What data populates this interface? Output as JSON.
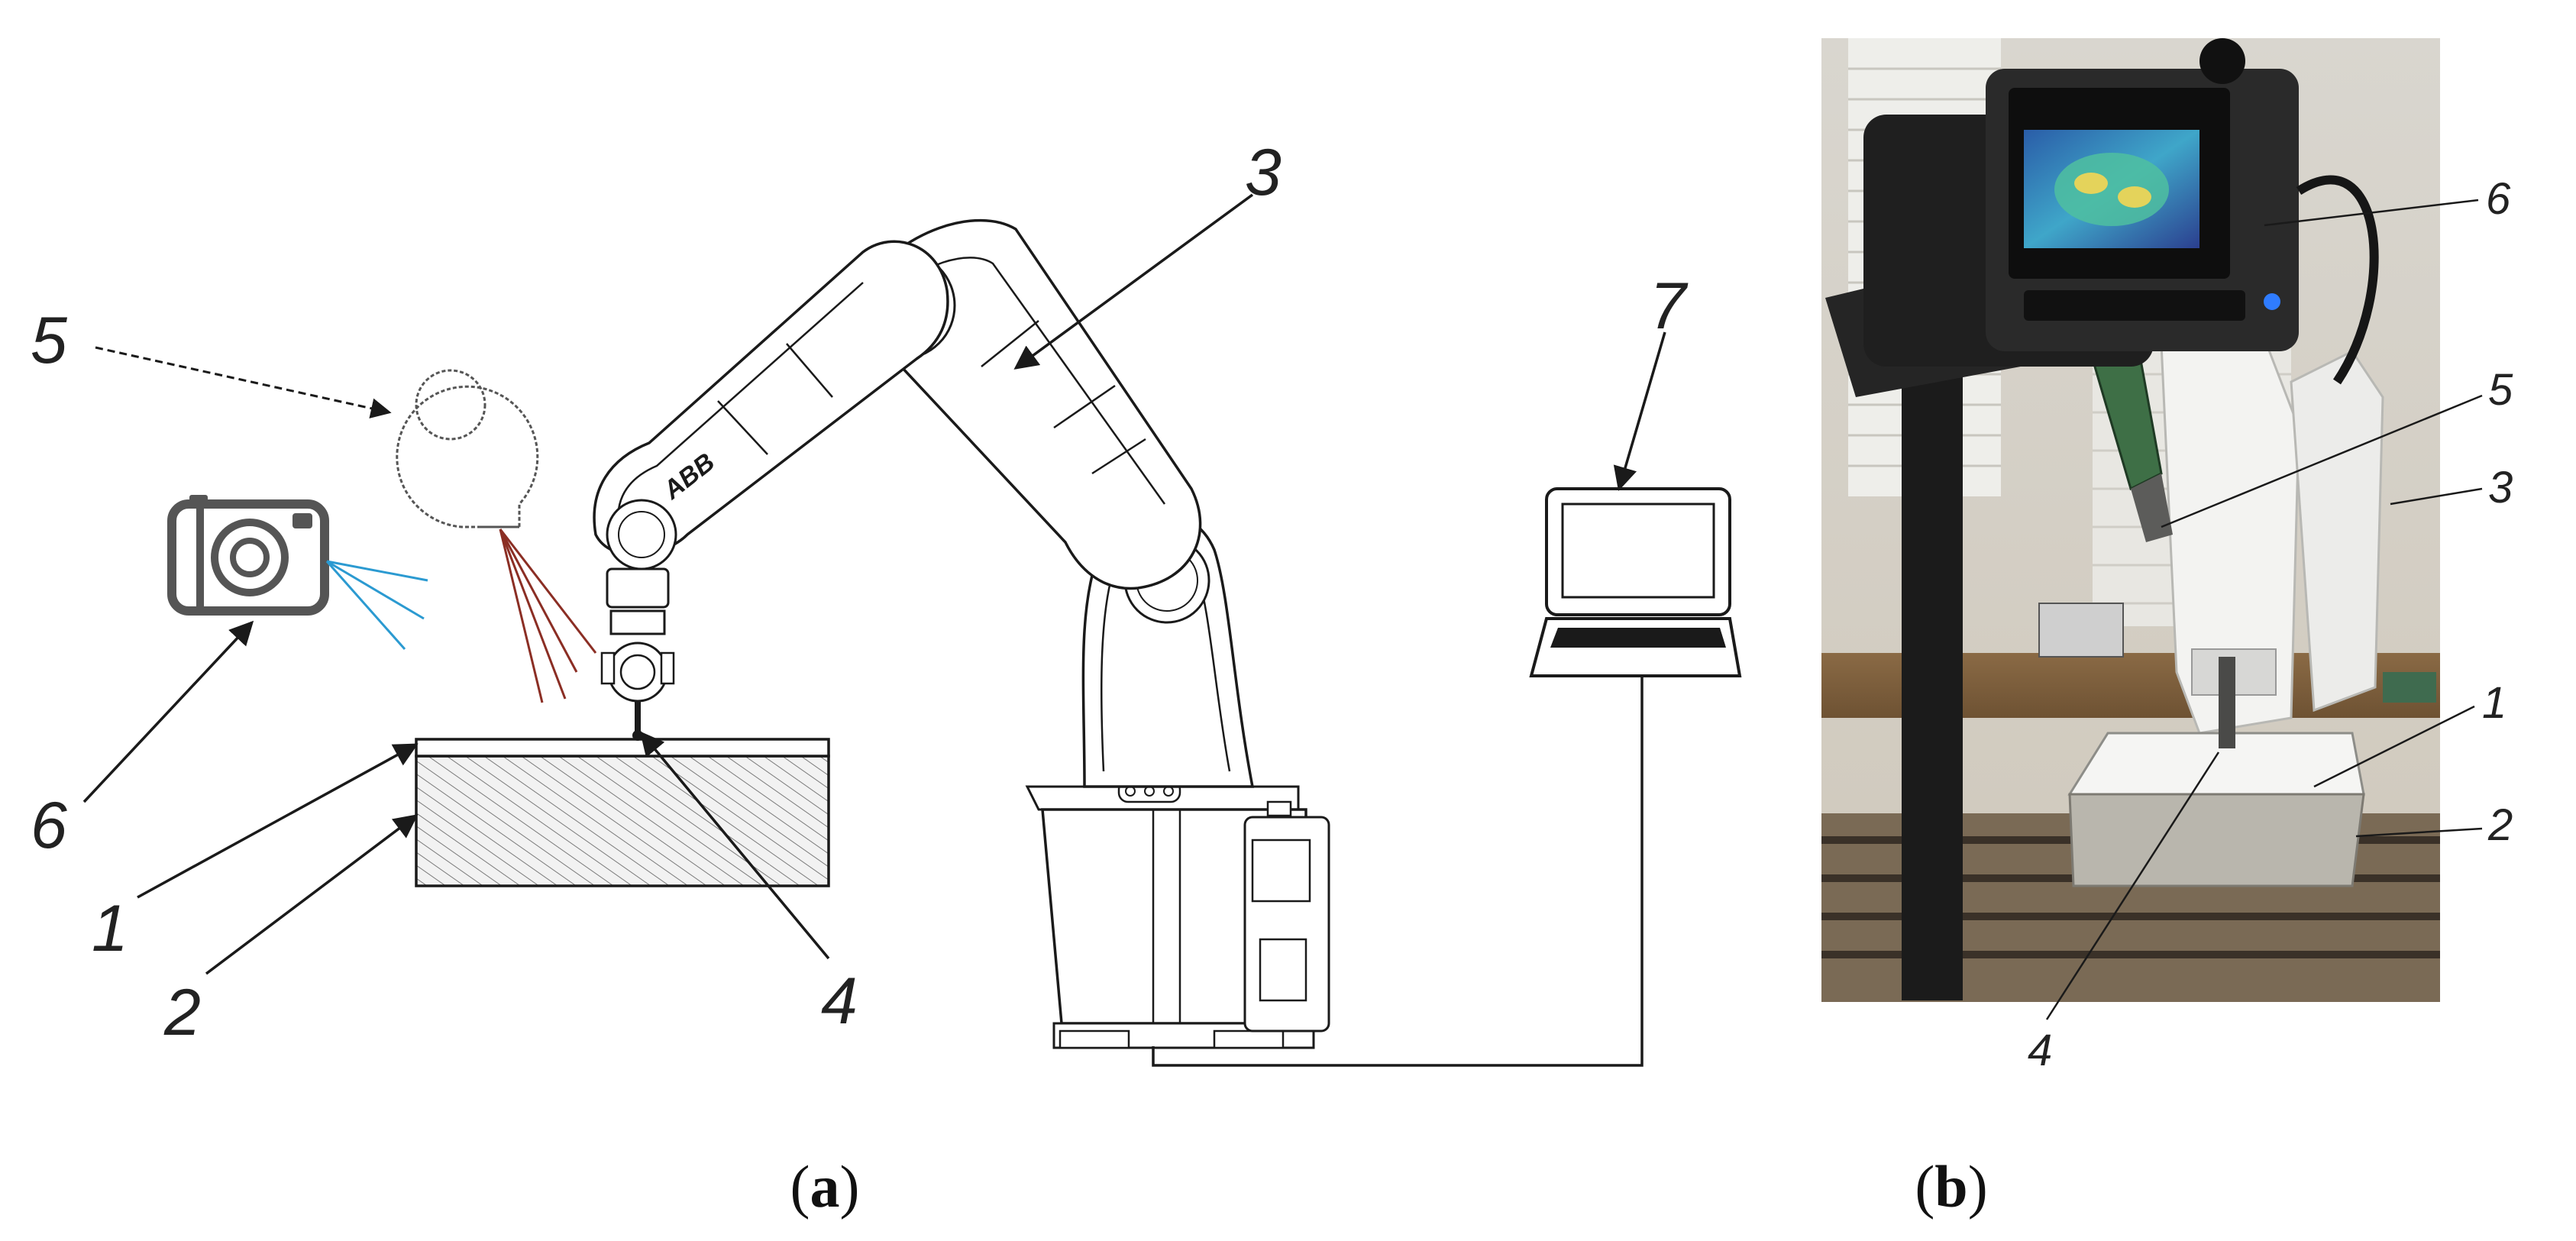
{
  "panel_a": {
    "labels": {
      "workpiece_surface": "1",
      "workpiece_block": "2",
      "robot_arm": "3",
      "tool": "4",
      "heater": "5",
      "camera": "6",
      "computer": "7"
    },
    "robot_logo": "ABB",
    "caption_open": "(",
    "caption_letter": "a",
    "caption_close": ")"
  },
  "panel_b": {
    "labels": {
      "thermal_camera": "6",
      "heat_gun": "5",
      "robot_arm": "3",
      "workpiece": "1",
      "base_block": "2",
      "tool": "4"
    },
    "caption_open": "(",
    "caption_letter": "b",
    "caption_close": ")"
  },
  "colors": {
    "heat_rays": "#8b2e24",
    "camera_rays": "#2b9ad1",
    "line": "#1a1a1a",
    "camera_body": "#555555"
  }
}
